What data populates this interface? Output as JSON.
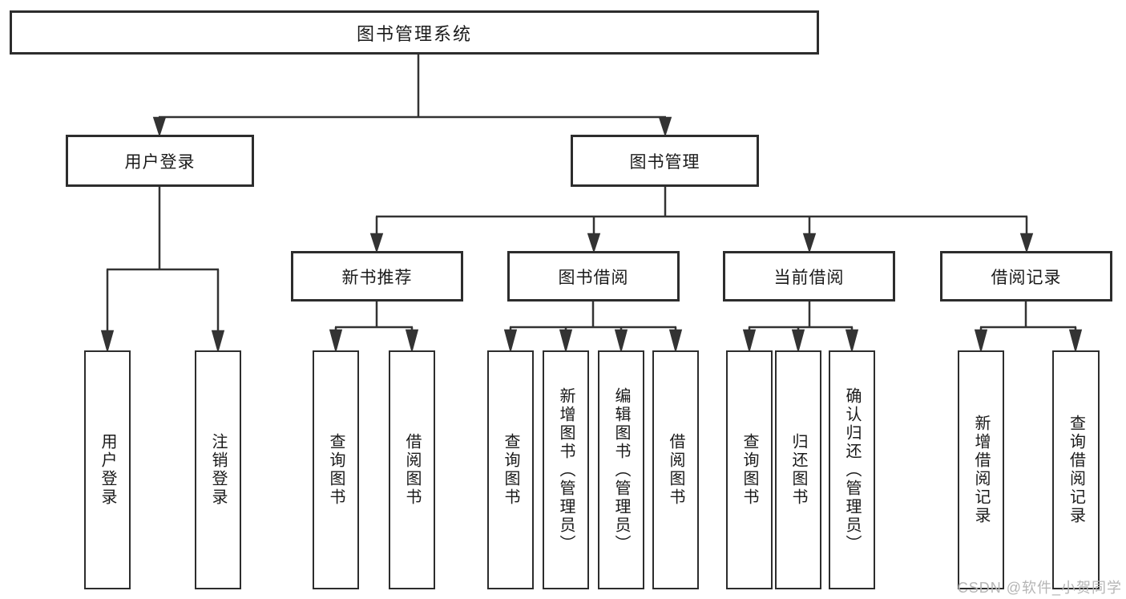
{
  "watermark": "CSDN @软件_小贺同学",
  "colors": {
    "line": "#333333",
    "box_border": "#2d2d2d",
    "text": "#1a1a1a",
    "watermark": "#b5b5b5",
    "background": "#ffffff"
  },
  "nodes": {
    "root": "图书管理系统",
    "user_login": "用户登录",
    "book_mgmt": "图书管理",
    "new_book_rec": "新书推荐",
    "book_borrow": "图书借阅",
    "current_borrow": "当前借阅",
    "borrow_record": "借阅记录",
    "leaf_user_login": "用户登录",
    "leaf_logout": "注销登录",
    "leaf_nb_query": "查询图书",
    "leaf_nb_borrow": "借阅图书",
    "leaf_bb_query": "查询图书",
    "leaf_bb_add": "新增图书（管理员）",
    "leaf_bb_edit": "编辑图书（管理员）",
    "leaf_bb_borrow": "借阅图书",
    "leaf_cb_query": "查询图书",
    "leaf_cb_return": "归还图书",
    "leaf_cb_confirm": "确认归还（管理员）",
    "leaf_br_add": "新增借阅记录",
    "leaf_br_query": "查询借阅记录"
  },
  "hierarchy": {
    "图书管理系统": {
      "用户登录": [
        "用户登录",
        "注销登录"
      ],
      "图书管理": {
        "新书推荐": [
          "查询图书",
          "借阅图书"
        ],
        "图书借阅": [
          "查询图书",
          "新增图书（管理员）",
          "编辑图书（管理员）",
          "借阅图书"
        ],
        "当前借阅": [
          "查询图书",
          "归还图书",
          "确认归还（管理员）"
        ],
        "借阅记录": [
          "新增借阅记录",
          "查询借阅记录"
        ]
      }
    }
  }
}
